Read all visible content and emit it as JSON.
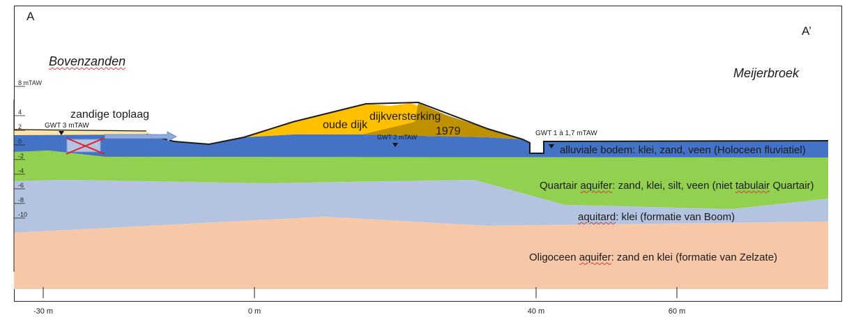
{
  "labels": {
    "section_start": "A",
    "section_end": "A’",
    "place_left": "Bovenzanden",
    "place_right": "Meijerbroek",
    "zandige_toplaag": "zandige toplaag",
    "oude_dijk": "oude dijk",
    "dijkversterking": "dijkversterking",
    "dijk_year": "1979",
    "gwt_left": "GWT 3 mTAW",
    "gwt_mid": "GWT  2 mTAW",
    "gwt_right": "GWT  1 à 1,7 mTAW",
    "layer_alluvial": "alluviale bodem: klei, zand, veen (Holoceen fluviatiel)",
    "layer_quartair_a": "Quartair ",
    "layer_quartair_b": "aquifer",
    "layer_quartair_c": ": zand, klei, silt, veen (niet ",
    "layer_quartair_d": "tabulair",
    "layer_quartair_e": " Quartair)",
    "layer_aquitard_a": "aquitard",
    "layer_aquitard_b": ": klei (formatie van Boom)",
    "layer_oligo_a": "Oligoceen ",
    "layer_oligo_b": "aquifer",
    "layer_oligo_c": ": zand en klei (formatie van Zelzate)"
  },
  "y_axis": {
    "ticks": [
      {
        "value": 8,
        "label": "8 mTAW"
      },
      {
        "value": 4,
        "label": "4"
      },
      {
        "value": 2,
        "label": "2"
      },
      {
        "value": 0,
        "label": "0"
      },
      {
        "value": -2,
        "label": "-2"
      },
      {
        "value": -4,
        "label": "-4"
      },
      {
        "value": -6,
        "label": "-6"
      },
      {
        "value": -8,
        "label": "-8"
      },
      {
        "value": -10,
        "label": "-10"
      }
    ]
  },
  "x_axis": {
    "ticks": [
      {
        "value": -30,
        "label": "-30 m"
      },
      {
        "value": 0,
        "label": "0 m"
      },
      {
        "value": 40,
        "label": "40 m"
      },
      {
        "value": 60,
        "label": "60 m"
      }
    ]
  },
  "colors": {
    "oligoceen": "#f6c8a8",
    "aquitard": "#b4c4e0",
    "quartair": "#92d050",
    "alluviaal": "#4472c4",
    "zandig": "#fce4a8",
    "oude_dijk": "#ffc000",
    "dijkversterking": "#bf9000",
    "arrow": "#8faadc",
    "cross": "#e0202a"
  }
}
